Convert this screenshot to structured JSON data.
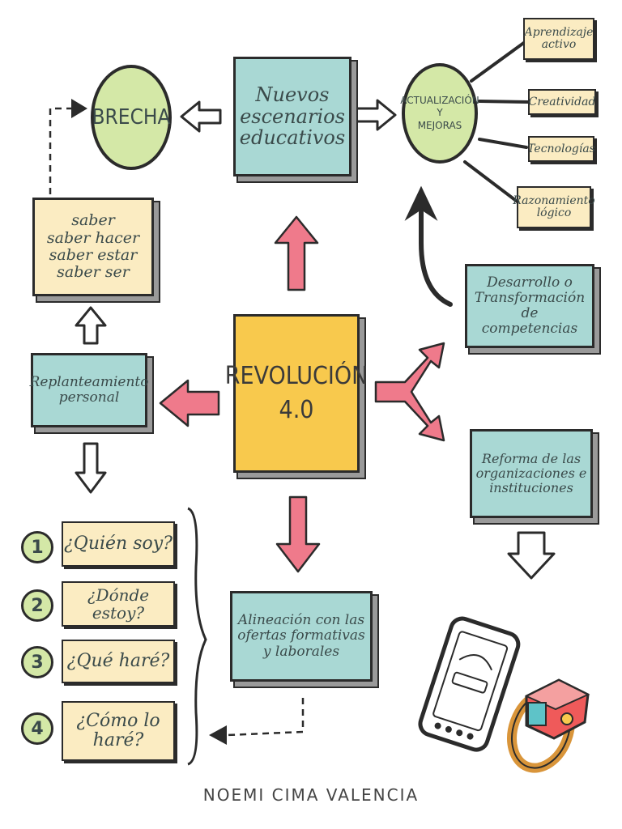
{
  "central": {
    "title": "REVOLUCIÓN\n4.0"
  },
  "brecha": "BRECHA",
  "nuevos_escenarios": "Nuevos\nescenarios\neducativos",
  "actualizacion": "ACTUALIZACIÓN\nY\nMEJORAS",
  "mejoras_items": [
    "Aprendizaje\nactivo",
    "Creatividad",
    "Tecnologías",
    "Razonamiento\nlógico"
  ],
  "saberes": "saber\nsaber hacer\nsaber estar\nsaber ser",
  "replanteamiento": "Replanteamiento\npersonal",
  "desarrollo": "Desarrollo o\nTransformación de\ncompetencias",
  "reforma": "Reforma de las\norganizaciones e\ninstituciones",
  "alineacion": "Alineación con las\nofertas formativas\ny laborales",
  "questions": [
    {
      "number": "1",
      "text": "¿Quién soy?"
    },
    {
      "number": "2",
      "text": "¿Dónde estoy?"
    },
    {
      "number": "3",
      "text": "¿Qué haré?"
    },
    {
      "number": "4",
      "text": "¿Cómo lo\nharé?"
    }
  ],
  "author": "NOEMI CIMA VALENCIA",
  "colors": {
    "teal": "#a9d8d4",
    "cream": "#fbecc2",
    "yellow": "#f8c94d",
    "green": "#d4e8a7",
    "pink_arrow": "#ef7a8b",
    "ink": "#2b2b2b"
  },
  "illustrations": [
    "smartphone-icon",
    "smart-ring-icon"
  ]
}
